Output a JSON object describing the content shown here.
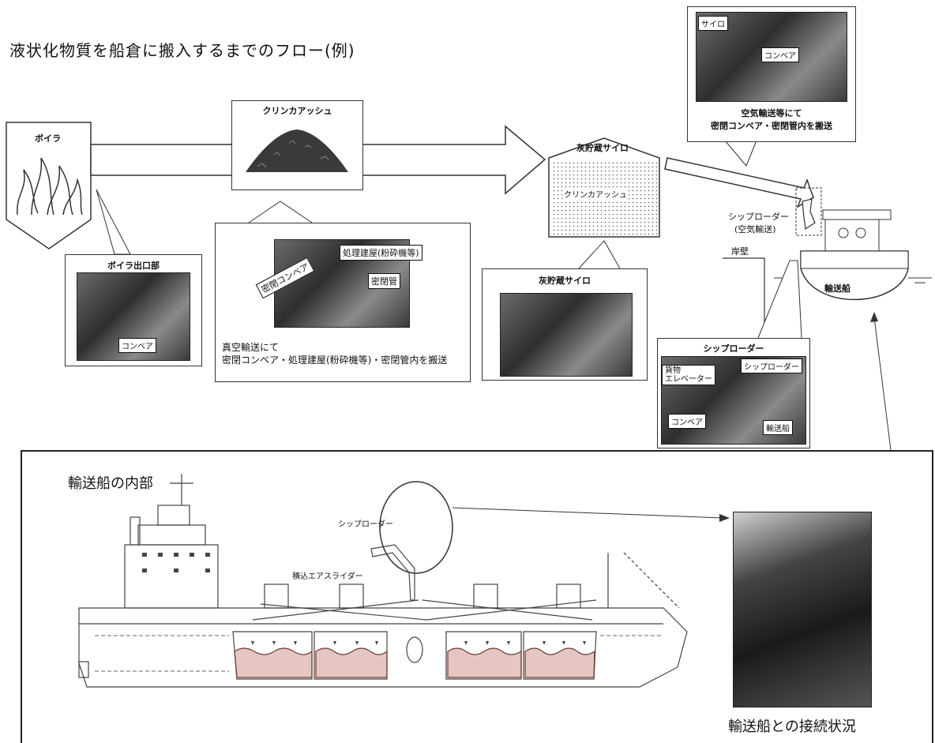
{
  "title": "液状化物質を船倉に搬入するまでのフロー(例)",
  "boiler": {
    "label": "ボイラ"
  },
  "boiler_exit": {
    "label": "ボイラ出口部",
    "tag_conveyor": "コンベア"
  },
  "clinker": {
    "label": "クリンカアッシュ"
  },
  "processing": {
    "tag_closed_conveyor": "密閉コンベア",
    "tag_building": "処理建屋(粉砕機等)",
    "tag_pipe": "密閉管",
    "caption_line1": "真空輸送にて",
    "caption_line2": "密閉コンベア・処理建屋(粉砕機等)・密閉管内を搬送"
  },
  "silo": {
    "label": "灰貯蔵サイロ",
    "inner": "クリンカアッシュ",
    "photo_label": "灰貯蔵サイロ"
  },
  "top_right": {
    "tag_silo": "サイロ",
    "tag_conveyor": "コンベア",
    "caption_line1": "空気輸送等にて",
    "caption_line2": "密閉コンベア・密閉管内を搬送"
  },
  "shiploader": {
    "label_line1": "シップローダー",
    "label_line2": "(空気輸送)"
  },
  "quay": {
    "label": "岸壁"
  },
  "ship": {
    "label": "輸送船"
  },
  "shiploader_photo": {
    "label": "シップローダー",
    "tag_cargo": "貨物\nエレベーター",
    "tag_loader": "シップローダー",
    "tag_conveyor": "コンベア",
    "tag_ship": "輸送船"
  },
  "ship_interior": {
    "title": "輸送船の内部",
    "label_loader": "シップローダー",
    "label_slider": "積込エアスライダー"
  },
  "connection": {
    "caption": "輸送船との接続状況"
  }
}
